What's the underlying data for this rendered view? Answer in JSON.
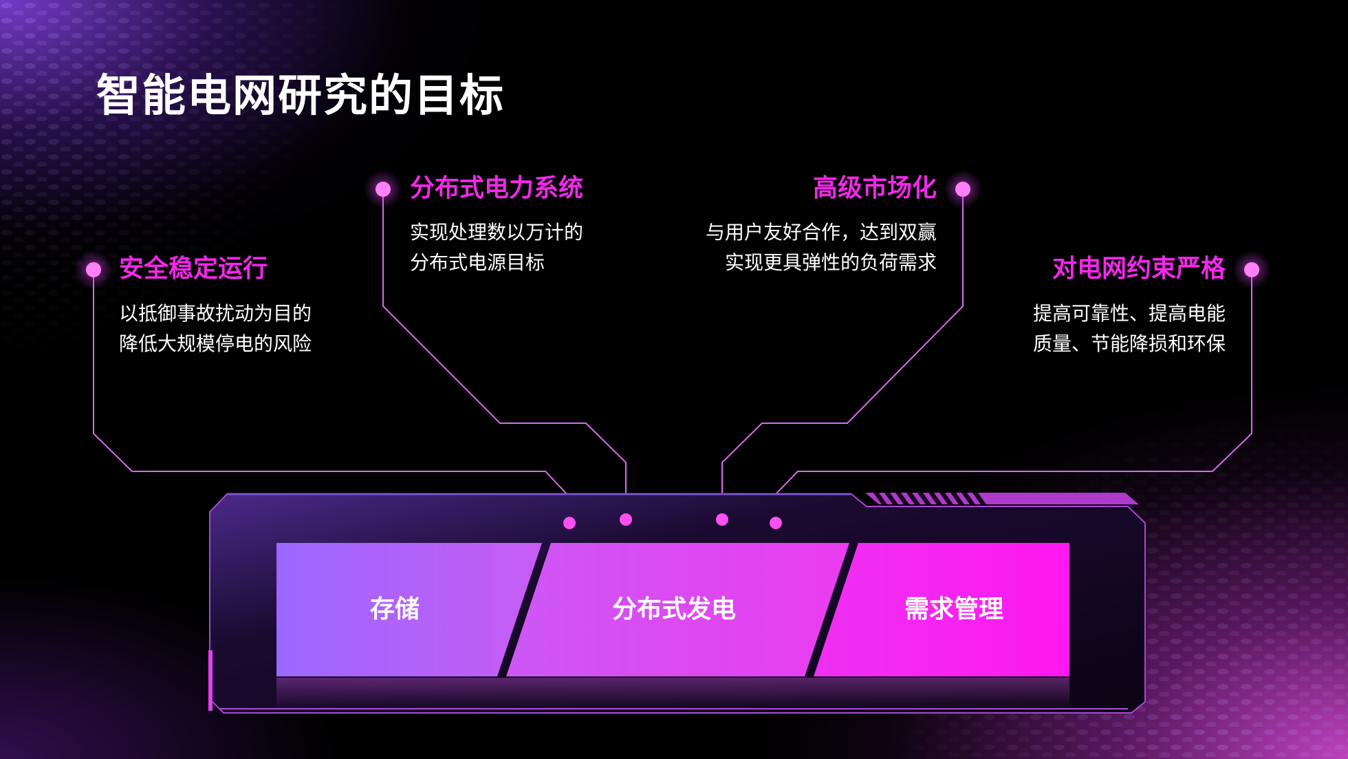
{
  "title": "智能电网研究的目标",
  "goals": [
    {
      "title": "安全稳定运行",
      "lines": [
        "以抵御事故扰动为目的",
        "降低大规模停电的风险"
      ]
    },
    {
      "title": "分布式电力系统",
      "lines": [
        "实现处理数以万计的",
        "分布式电源目标"
      ]
    },
    {
      "title": "高级市场化",
      "lines": [
        "与用户友好合作，达到双赢",
        "实现更具弹性的负荷需求"
      ]
    },
    {
      "title": "对电网约束严格",
      "lines": [
        "提高可靠性、提高电能",
        "质量、节能降损和环保"
      ]
    }
  ],
  "segments": [
    "存储",
    "分布式发电",
    "需求管理"
  ],
  "colors": {
    "accent": "#f328ea",
    "line": "#e070f0",
    "segment_start": "#9b6cff",
    "segment_mid": "#e048f0",
    "segment_end": "#ff20f0",
    "panel_border": "#c060e0"
  }
}
